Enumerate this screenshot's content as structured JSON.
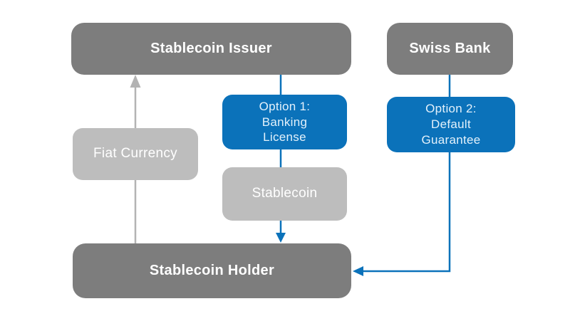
{
  "diagram": {
    "nodes": {
      "issuer": {
        "label": "Stablecoin Issuer",
        "role": "entity"
      },
      "swiss_bank": {
        "label": "Swiss Bank",
        "role": "entity"
      },
      "option1": {
        "label": "Option 1:\nBanking\nLicense",
        "role": "option"
      },
      "option2": {
        "label": "Option 2:\nDefault\nGuarantee",
        "role": "option"
      },
      "fiat": {
        "label": "Fiat Currency",
        "role": "asset"
      },
      "stablecoin": {
        "label": "Stablecoin",
        "role": "asset"
      },
      "holder": {
        "label": "Stablecoin Holder",
        "role": "entity"
      }
    },
    "edges": [
      {
        "from": "Stablecoin Holder",
        "to": "Stablecoin Issuer",
        "via": "Fiat Currency",
        "color": "gray"
      },
      {
        "from": "Stablecoin Issuer",
        "to": "Stablecoin Holder",
        "via": "Option 1: Banking License / Stablecoin",
        "color": "blue"
      },
      {
        "from": "Swiss Bank",
        "to": "Stablecoin Holder",
        "via": "Option 2: Default Guarantee",
        "color": "blue"
      }
    ],
    "colors": {
      "entity_box": "#7d7d7d",
      "asset_box": "#bdbdbd",
      "option_box": "#0b72ba",
      "gray_arrow": "#b3b3b3",
      "blue_arrow": "#0b72ba",
      "background": "#ffffff",
      "entity_text": "#ffffff",
      "option_text": "#e3f1fb"
    }
  }
}
